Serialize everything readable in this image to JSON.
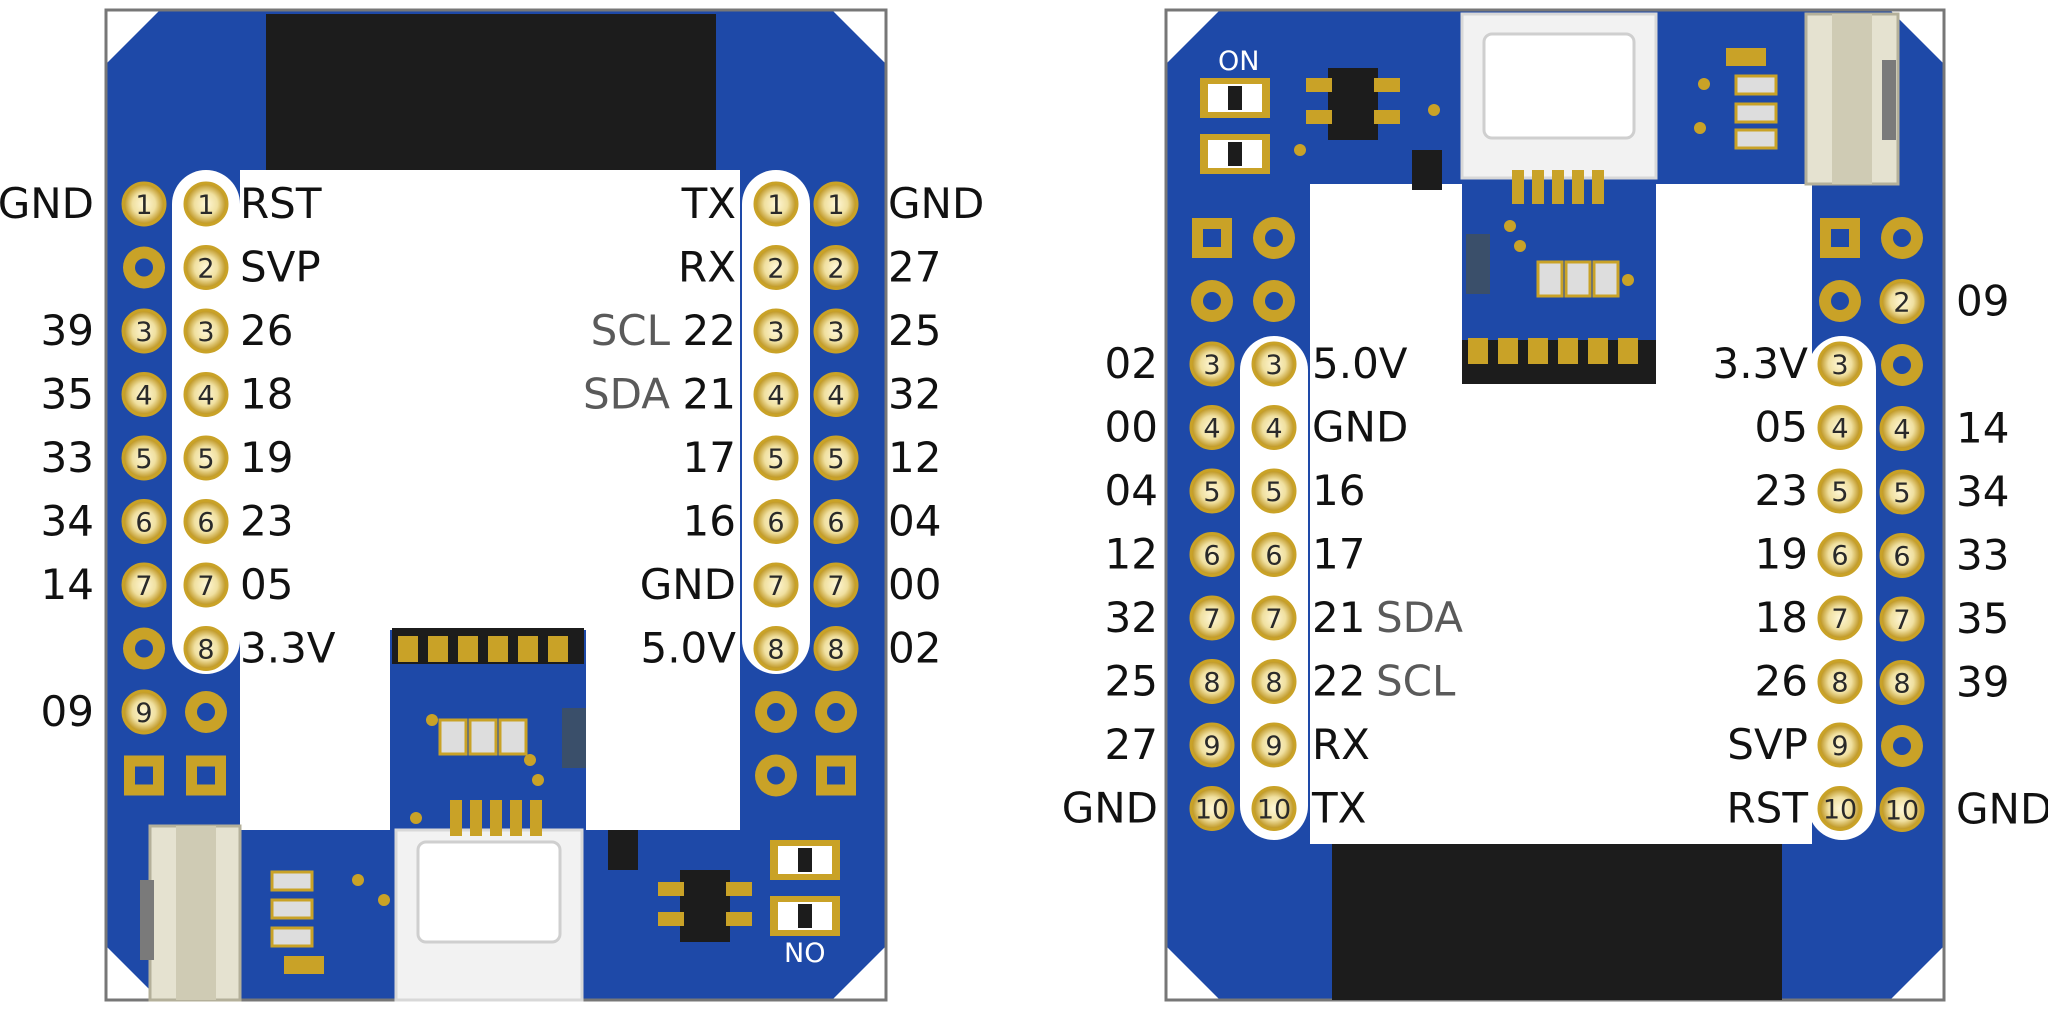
{
  "boards": [
    {
      "name": "board-left",
      "switch_label": "NO",
      "outer_left": [
        {
          "label": "GND",
          "num": "1"
        },
        {
          "label": "",
          "num": ""
        },
        {
          "label": "39",
          "num": "3"
        },
        {
          "label": "35",
          "num": "4"
        },
        {
          "label": "33",
          "num": "5"
        },
        {
          "label": "34",
          "num": "6"
        },
        {
          "label": "14",
          "num": "7"
        },
        {
          "label": "",
          "num": ""
        },
        {
          "label": "09",
          "num": "9"
        },
        {
          "label": "",
          "num": ""
        }
      ],
      "inner_left": [
        {
          "label": "RST",
          "num": "1"
        },
        {
          "label": "SVP",
          "num": "2"
        },
        {
          "label": "26",
          "num": "3"
        },
        {
          "label": "18",
          "num": "4"
        },
        {
          "label": "19",
          "num": "5"
        },
        {
          "label": "23",
          "num": "6"
        },
        {
          "label": "05",
          "num": "7"
        },
        {
          "label": "3.3V",
          "num": "8"
        }
      ],
      "inner_right": [
        {
          "label": "TX",
          "num": "1",
          "tag": ""
        },
        {
          "label": "RX",
          "num": "2",
          "tag": ""
        },
        {
          "label": "22",
          "num": "3",
          "tag": "SCL"
        },
        {
          "label": "21",
          "num": "4",
          "tag": "SDA"
        },
        {
          "label": "17",
          "num": "5",
          "tag": ""
        },
        {
          "label": "16",
          "num": "6",
          "tag": ""
        },
        {
          "label": "GND",
          "num": "7",
          "tag": ""
        },
        {
          "label": "5.0V",
          "num": "8",
          "tag": ""
        }
      ],
      "outer_right": [
        {
          "label": "GND",
          "num": "1"
        },
        {
          "label": "27",
          "num": "2"
        },
        {
          "label": "25",
          "num": "3"
        },
        {
          "label": "32",
          "num": "4"
        },
        {
          "label": "12",
          "num": "5"
        },
        {
          "label": "04",
          "num": "6"
        },
        {
          "label": "00",
          "num": "7"
        },
        {
          "label": "02",
          "num": "8"
        }
      ]
    },
    {
      "name": "board-right",
      "switch_label": "ON",
      "outer_left": [
        {
          "label": "02",
          "num": "3"
        },
        {
          "label": "00",
          "num": "4"
        },
        {
          "label": "04",
          "num": "5"
        },
        {
          "label": "12",
          "num": "6"
        },
        {
          "label": "32",
          "num": "7"
        },
        {
          "label": "25",
          "num": "8"
        },
        {
          "label": "27",
          "num": "9"
        },
        {
          "label": "GND",
          "num": "10"
        }
      ],
      "inner_left": [
        {
          "label": "5.0V",
          "num": "3",
          "tag": ""
        },
        {
          "label": "GND",
          "num": "4",
          "tag": ""
        },
        {
          "label": "16",
          "num": "5",
          "tag": ""
        },
        {
          "label": "17",
          "num": "6",
          "tag": ""
        },
        {
          "label": "21",
          "num": "7",
          "tag": "SDA"
        },
        {
          "label": "22",
          "num": "8",
          "tag": "SCL"
        },
        {
          "label": "RX",
          "num": "9",
          "tag": ""
        },
        {
          "label": "TX",
          "num": "10",
          "tag": ""
        }
      ],
      "inner_right": [
        {
          "label": "3.3V",
          "num": "3"
        },
        {
          "label": "05",
          "num": "4"
        },
        {
          "label": "23",
          "num": "5"
        },
        {
          "label": "19",
          "num": "6"
        },
        {
          "label": "18",
          "num": "7"
        },
        {
          "label": "26",
          "num": "8"
        },
        {
          "label": "SVP",
          "num": "9"
        },
        {
          "label": "RST",
          "num": "10"
        }
      ],
      "outer_right": [
        {
          "label": "",
          "num": ""
        },
        {
          "label": "09",
          "num": "2"
        },
        {
          "label": "",
          "num": ""
        },
        {
          "label": "14",
          "num": "4"
        },
        {
          "label": "34",
          "num": "5"
        },
        {
          "label": "33",
          "num": "6"
        },
        {
          "label": "35",
          "num": "7"
        },
        {
          "label": "39",
          "num": "8"
        },
        {
          "label": "",
          "num": ""
        },
        {
          "label": "GND",
          "num": "10"
        }
      ]
    }
  ],
  "colors": {
    "board": "#1e49a8",
    "board_dark": "#16388a",
    "gold": "#c9a227",
    "pad_center": "#f3e8b4",
    "chip": "#1c1c1c",
    "white": "#ffffff"
  }
}
